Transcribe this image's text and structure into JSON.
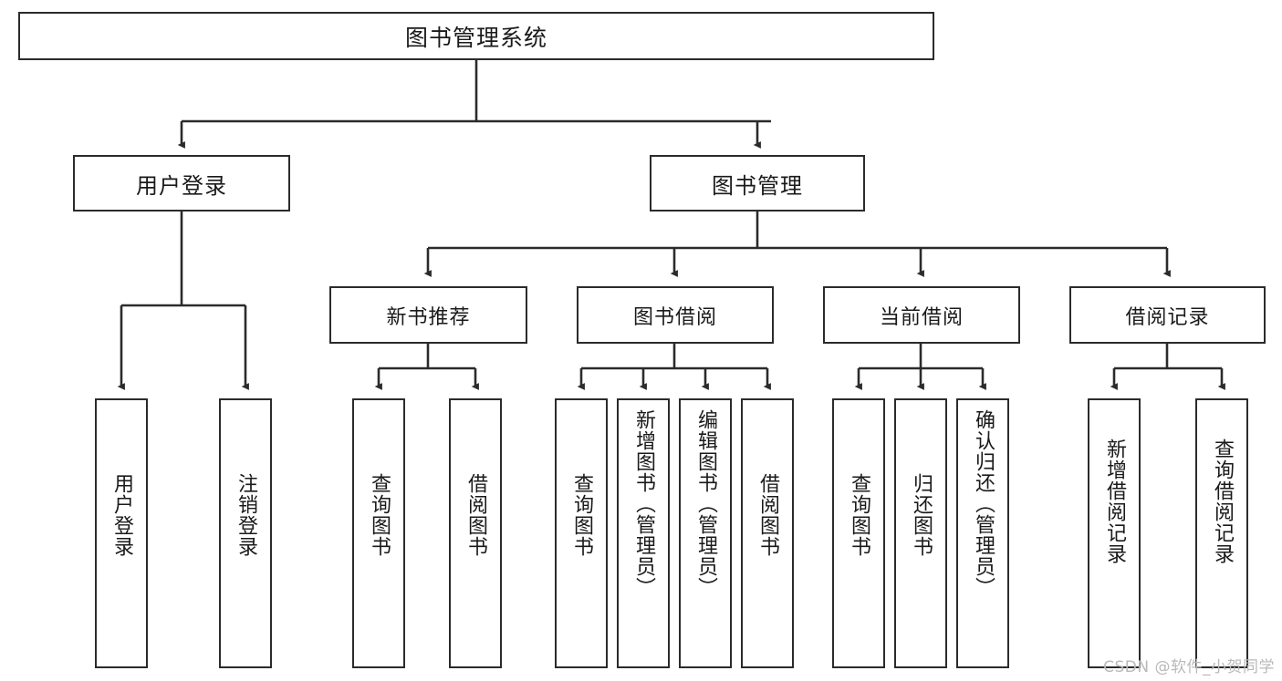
{
  "diagram": {
    "title": "图书管理系统",
    "type": "tree-hierarchy",
    "watermark": "CSDN @软件_小贺同学",
    "colors": {
      "stroke": "#2b2b2b",
      "fill": "#ffffff",
      "text": "#1a1a1a",
      "watermark": "#b9b9b9"
    },
    "nodes": {
      "root": {
        "label": "图书管理系统",
        "level": 1
      },
      "level2": [
        {
          "id": "user-login",
          "label": "用户登录"
        },
        {
          "id": "book-manage",
          "label": "图书管理"
        }
      ],
      "level3": [
        {
          "id": "new-book-recommend",
          "label": "新书推荐",
          "parent": "book-manage"
        },
        {
          "id": "book-borrow",
          "label": "图书借阅",
          "parent": "book-manage"
        },
        {
          "id": "current-borrow",
          "label": "当前借阅",
          "parent": "book-manage"
        },
        {
          "id": "borrow-record",
          "label": "借阅记录",
          "parent": "book-manage"
        }
      ],
      "leaves": [
        {
          "id": "leaf-user-login",
          "label": "用户登录",
          "parent": "user-login"
        },
        {
          "id": "leaf-logout-login",
          "label": "注销登录",
          "parent": "user-login"
        },
        {
          "id": "leaf-query-book-1",
          "label": "查询图书",
          "parent": "new-book-recommend"
        },
        {
          "id": "leaf-borrow-book-1",
          "label": "借阅图书",
          "parent": "new-book-recommend"
        },
        {
          "id": "leaf-query-book-2",
          "label": "查询图书",
          "parent": "book-borrow"
        },
        {
          "id": "leaf-add-book",
          "label": "新增图书（管理员）",
          "parent": "book-borrow"
        },
        {
          "id": "leaf-edit-book",
          "label": "编辑图书（管理员）",
          "parent": "book-borrow"
        },
        {
          "id": "leaf-borrow-book-2",
          "label": "借阅图书",
          "parent": "book-borrow"
        },
        {
          "id": "leaf-query-book-3",
          "label": "查询图书",
          "parent": "current-borrow"
        },
        {
          "id": "leaf-return-book",
          "label": "归还图书",
          "parent": "current-borrow"
        },
        {
          "id": "leaf-confirm-return",
          "label": "确认归还（管理员）",
          "parent": "current-borrow"
        },
        {
          "id": "leaf-add-record",
          "label": "新增借阅记录",
          "parent": "borrow-record"
        },
        {
          "id": "leaf-query-record",
          "label": "查询借阅记录",
          "parent": "borrow-record"
        }
      ]
    }
  }
}
